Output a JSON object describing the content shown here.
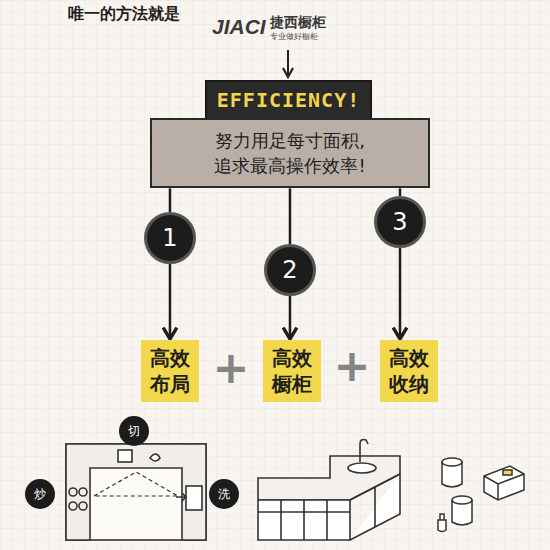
{
  "diagram": {
    "nodes": [
      {
        "text": [
          "EFFICIENCY!"
        ]
      },
      {
        "text": [
          "努力用足每寸面积, 追求最高操作效率!"
        ]
      },
      {
        "text": [
          "1"
        ]
      },
      {
        "text": [
          "2"
        ]
      },
      {
        "text": [
          "3"
        ]
      },
      {
        "text": [
          "高效布局"
        ]
      },
      {
        "text": [
          "高效橱柜"
        ]
      },
      {
        "text": [
          "高效收纳"
        ]
      },
      {
        "text": [
          "切"
        ]
      },
      {
        "text": [
          "炒"
        ]
      },
      {
        "text": [
          "洗"
        ]
      }
    ],
    "edges": [
      {
        "from": 1,
        "to": 2,
        "arrow": "none"
      },
      {
        "from": 1,
        "to": 3,
        "arrow": "none"
      },
      {
        "from": 1,
        "to": 4,
        "arrow": "none"
      },
      {
        "from": 2,
        "to": 5,
        "arrow": "to"
      },
      {
        "from": 3,
        "to": 6,
        "arrow": "to"
      },
      {
        "from": 4,
        "to": 7,
        "arrow": "to"
      }
    ],
    "labels": [
      "唯一的方法就是",
      "JIACI",
      "捷西橱柜",
      "专业做好橱柜",
      "+",
      "+"
    ]
  }
}
